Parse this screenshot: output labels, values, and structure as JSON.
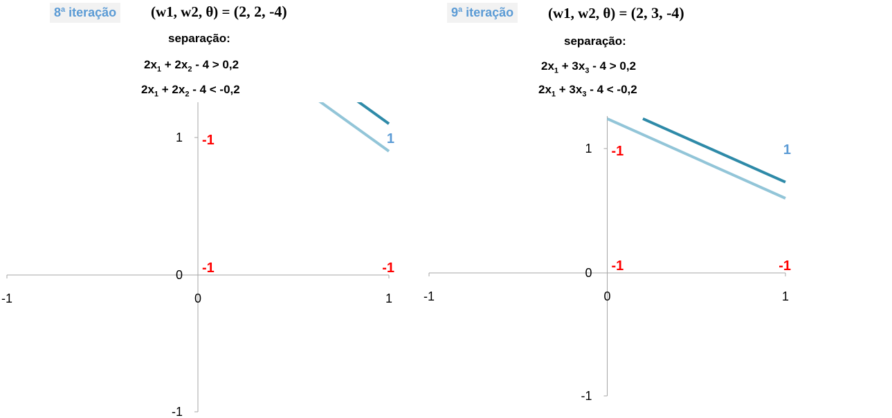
{
  "panels": [
    {
      "iteration_number": "8",
      "iteration_sup": "a",
      "iteration_word": " iteração",
      "weights_lhs": "(w1, w2, θ) = ",
      "weights_rhs": "(2, 2, -4)",
      "separation_title": "separação:",
      "ineq_upper": {
        "a": "2x",
        "s1": "1",
        "b": " + 2x",
        "s2": "2",
        "c": " - 4 > 0,2"
      },
      "ineq_lower": {
        "a": "2x",
        "s1": "1",
        "b": " + 2x",
        "s2": "2",
        "c": " - 4 < -0,2"
      }
    },
    {
      "iteration_number": "9",
      "iteration_sup": "a",
      "iteration_word": " iteração",
      "weights_lhs": "(w1, w2, θ) = ",
      "weights_rhs": "(2, 3, -4)",
      "separation_title": "separação:",
      "ineq_upper": {
        "a": "2x",
        "s1": "1",
        "b": " + 3x",
        "s2": "3",
        "c": " - 4 > 0,2"
      },
      "ineq_lower": {
        "a": "2x",
        "s1": "1",
        "b": " + 3x",
        "s2": "3",
        "c": " - 4 < -0,2"
      }
    }
  ],
  "chart_data": [
    {
      "type": "line",
      "xlim": [
        -1,
        1
      ],
      "ylim": [
        -1,
        1.25
      ],
      "x_ticks": [
        "-1",
        "0",
        "1"
      ],
      "y_ticks": [
        "1",
        "0",
        "-1"
      ],
      "series": [
        {
          "color": "#2e8aa8",
          "x": [
            0.83,
            1.0
          ],
          "y": [
            1.27,
            1.1
          ]
        },
        {
          "color": "#92c5d8",
          "x": [
            0.63,
            1.0
          ],
          "y": [
            1.27,
            0.9
          ]
        }
      ],
      "points": [
        {
          "x": 0,
          "y": 1,
          "label": "-1",
          "color": "#ff0000"
        },
        {
          "x": 0,
          "y": 0,
          "label": "-1",
          "color": "#ff0000"
        },
        {
          "x": 1,
          "y": 0,
          "label": "-1",
          "color": "#ff0000"
        },
        {
          "x": 1,
          "y": 1,
          "label": "1",
          "color": "#5b9bd5"
        }
      ]
    },
    {
      "type": "line",
      "xlim": [
        -1,
        1
      ],
      "ylim": [
        -1,
        1.25
      ],
      "x_ticks": [
        "-1",
        "0",
        "1"
      ],
      "y_ticks": [
        "1",
        "0",
        "-1"
      ],
      "series": [
        {
          "color": "#2e8aa8",
          "x": [
            0.2,
            1.0
          ],
          "y": [
            1.24,
            0.73
          ]
        },
        {
          "color": "#92c5d8",
          "x": [
            0.0,
            1.0
          ],
          "y": [
            1.24,
            0.6
          ]
        }
      ],
      "points": [
        {
          "x": 0,
          "y": 1,
          "label": "-1",
          "color": "#ff0000"
        },
        {
          "x": 0,
          "y": 0,
          "label": "-1",
          "color": "#ff0000"
        },
        {
          "x": 1,
          "y": 0,
          "label": "-1",
          "color": "#ff0000"
        },
        {
          "x": 1,
          "y": 1,
          "label": "1",
          "color": "#5b9bd5"
        }
      ]
    }
  ]
}
